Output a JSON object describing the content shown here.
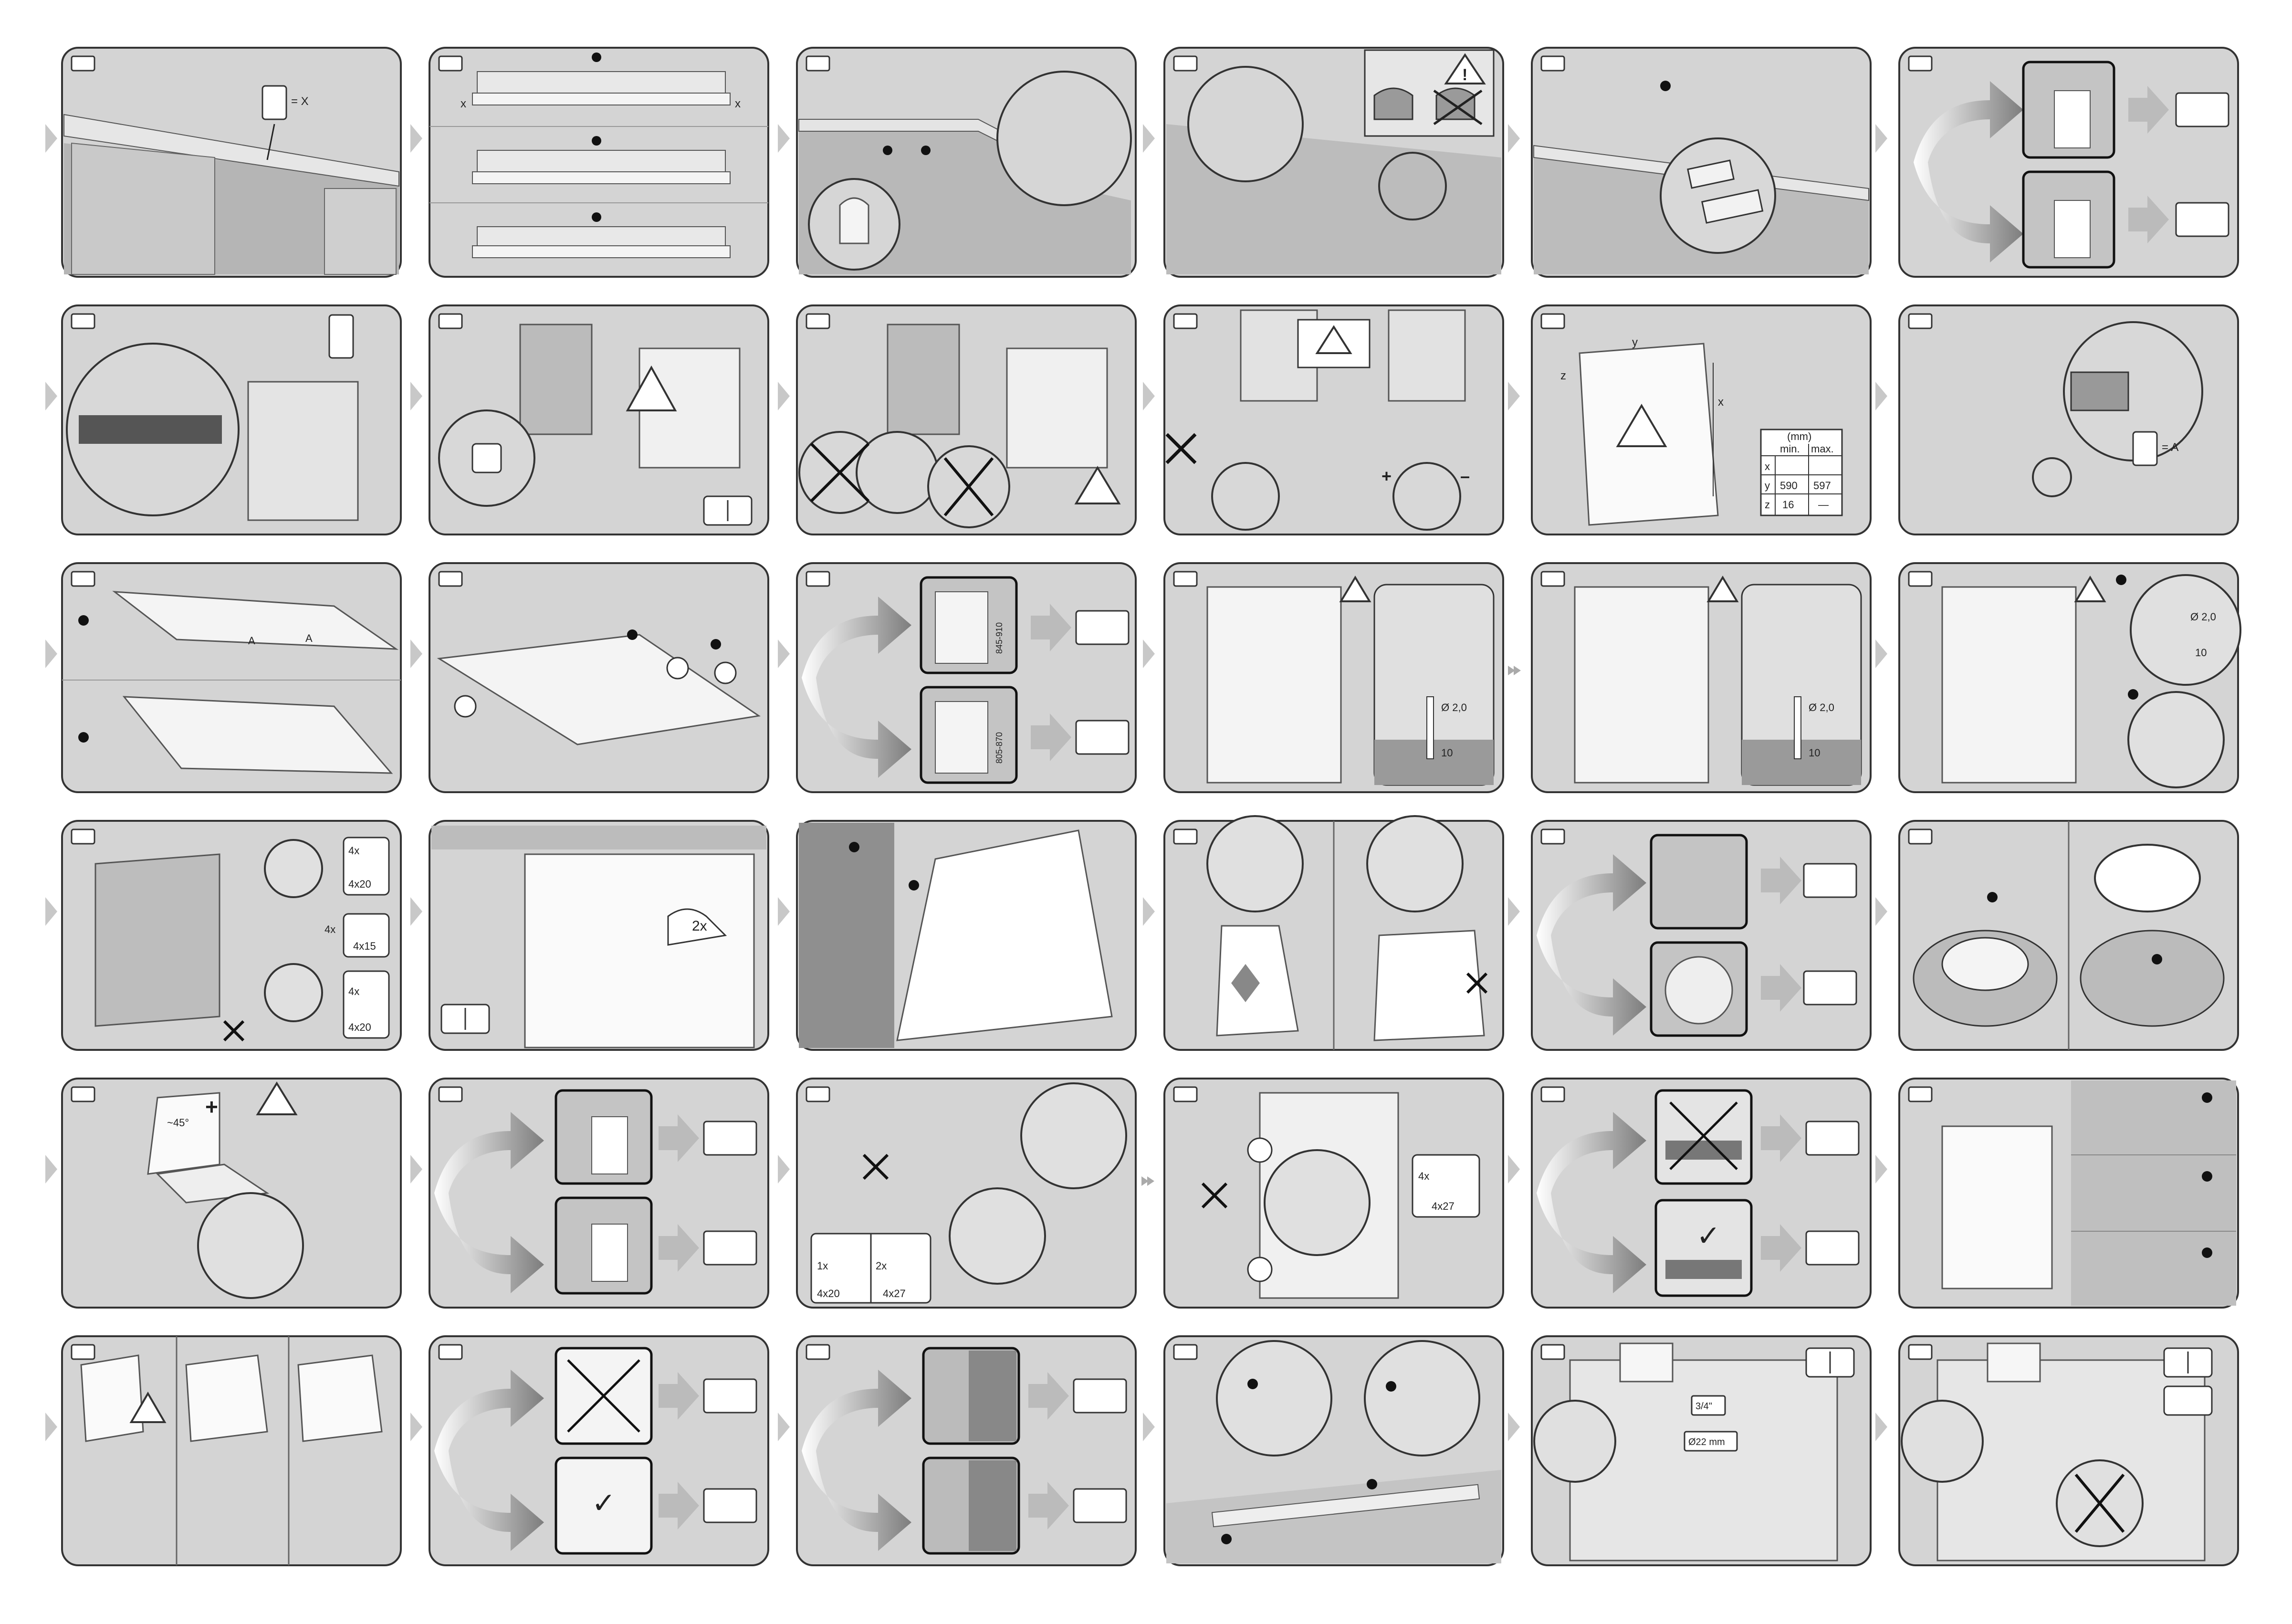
{
  "labels": {
    "eq_x": "= X",
    "eq_a": "= A",
    "x": "x",
    "y": "y",
    "z": "z",
    "a": "A",
    "mm": "(mm)",
    "min": "min.",
    "max": "max.",
    "y_min": "590",
    "y_max": "597",
    "z_min": "16",
    "z_max": "—",
    "h1": "845-910",
    "h2": "805-870",
    "d20": "Ø 2,0",
    "d10": "10",
    "s4x": "4x",
    "s4x20": "4x20",
    "s4x15": "4x15",
    "s2x": "2x",
    "s1x": "1x",
    "s4x27": "4x27",
    "angle": "~45°",
    "three_quarter": "3/4\"",
    "d22": "Ø22 mm",
    "check": "✓",
    "plus": "+",
    "minus": "–",
    "bang": "!"
  }
}
